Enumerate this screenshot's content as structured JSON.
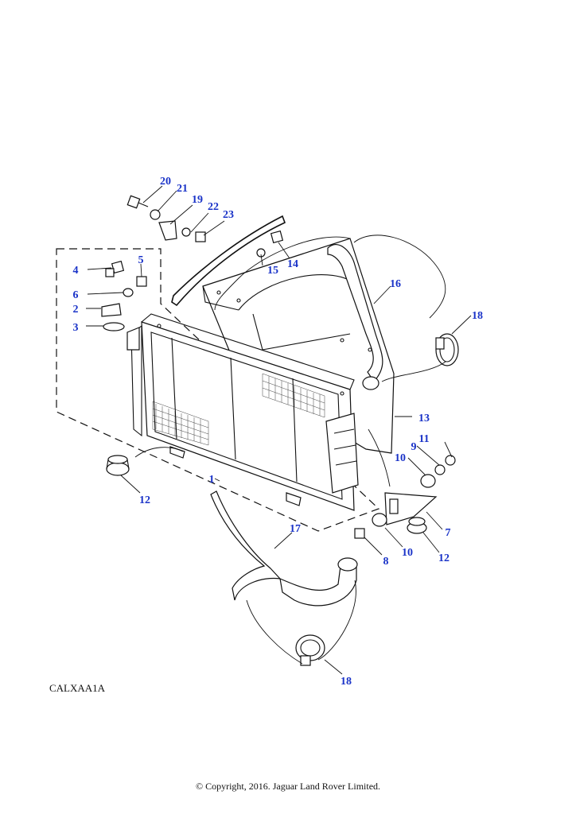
{
  "diagram": {
    "reference_code": "CALXAA1A",
    "copyright": "© Copyright, 2016. Jaguar Land Rover Limited.",
    "callouts": [
      {
        "id": "c20",
        "label": "20"
      },
      {
        "id": "c21",
        "label": "21"
      },
      {
        "id": "c19",
        "label": "19"
      },
      {
        "id": "c22",
        "label": "22"
      },
      {
        "id": "c23",
        "label": "23"
      },
      {
        "id": "c4",
        "label": "4"
      },
      {
        "id": "c5",
        "label": "5"
      },
      {
        "id": "c15",
        "label": "15"
      },
      {
        "id": "c14",
        "label": "14"
      },
      {
        "id": "c16",
        "label": "16"
      },
      {
        "id": "c6",
        "label": "6"
      },
      {
        "id": "c2",
        "label": "2"
      },
      {
        "id": "c3",
        "label": "3"
      },
      {
        "id": "c18a",
        "label": "18"
      },
      {
        "id": "c13",
        "label": "13"
      },
      {
        "id": "c11",
        "label": "11"
      },
      {
        "id": "c9",
        "label": "9"
      },
      {
        "id": "c10a",
        "label": "10"
      },
      {
        "id": "c12a",
        "label": "12"
      },
      {
        "id": "c1",
        "label": "1"
      },
      {
        "id": "c7",
        "label": "7"
      },
      {
        "id": "c17",
        "label": "17"
      },
      {
        "id": "c8",
        "label": "8"
      },
      {
        "id": "c10b",
        "label": "10"
      },
      {
        "id": "c12b",
        "label": "12"
      },
      {
        "id": "c18b",
        "label": "18"
      }
    ]
  }
}
